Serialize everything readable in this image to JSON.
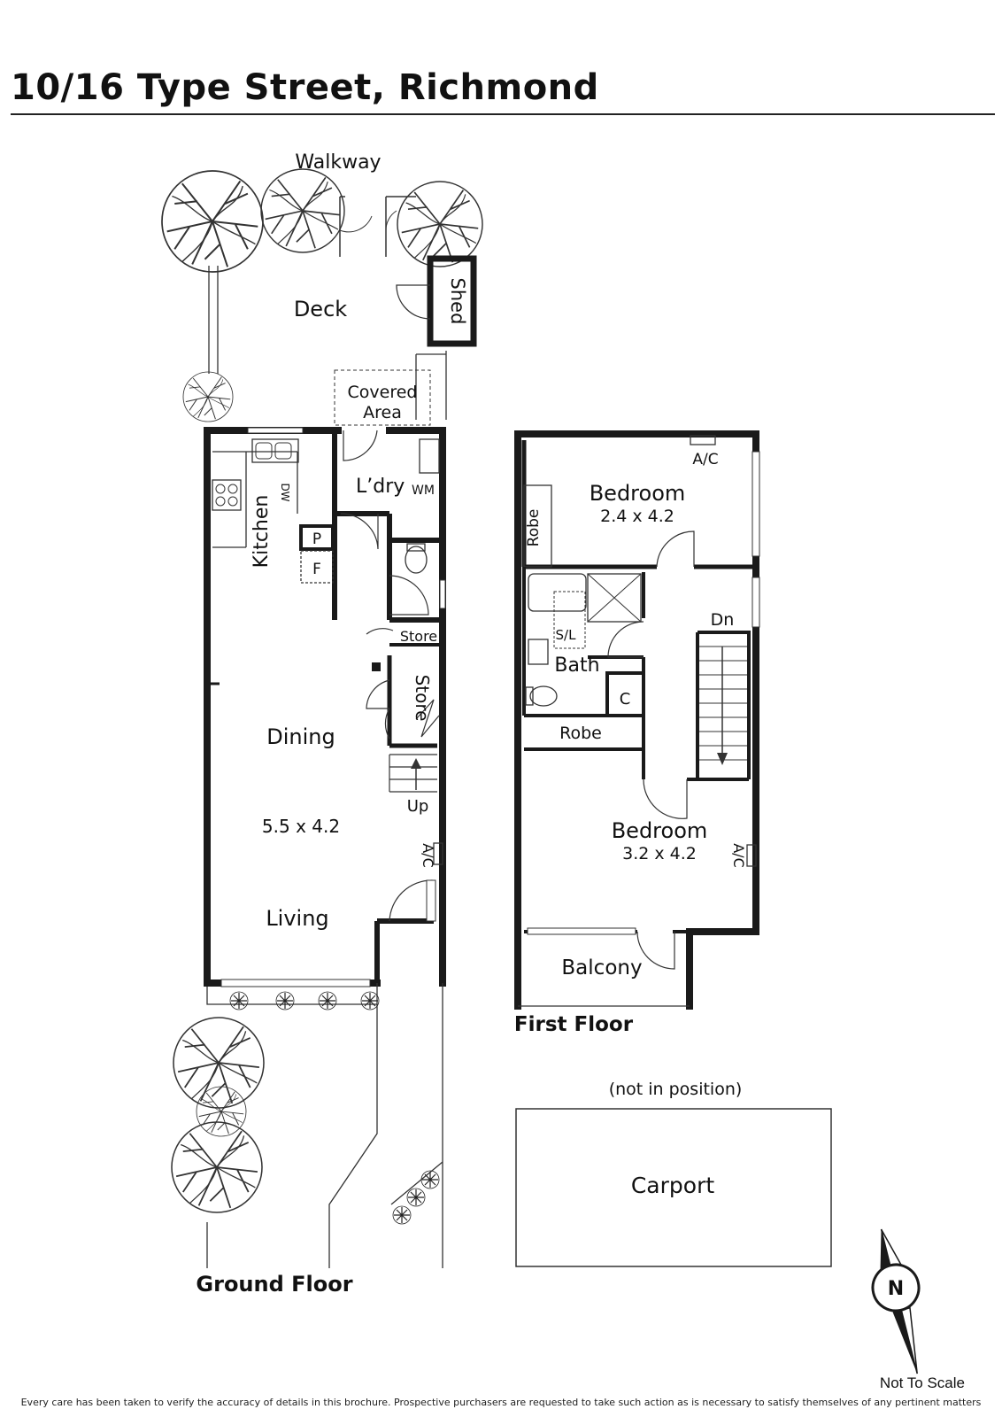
{
  "title": "10/16 Type Street, Richmond",
  "labels": {
    "walkway": "Walkway",
    "deck": "Deck",
    "shed": "Shed",
    "covered_area_line1": "Covered",
    "covered_area_line2": "Area",
    "laundry": "L’dry",
    "wm": "WM",
    "dw": "DW",
    "kitchen": "Kitchen",
    "pantry": "P",
    "fridge": "F",
    "store_small": "Store",
    "store_stairs": "Store",
    "dining": "Dining",
    "dining_living_dim": "5.5 x 4.2",
    "living": "Living",
    "up": "Up",
    "ac_ground": "A/C",
    "ground_floor": "Ground Floor",
    "bedroom1": "Bedroom",
    "bedroom1_dim": "2.4 x 4.2",
    "ac_bed1": "A/C",
    "robe1": "Robe",
    "sl": "S/L",
    "bath": "Bath",
    "cupboard": "C",
    "dn": "Dn",
    "robe2": "Robe",
    "bedroom2": "Bedroom",
    "bedroom2_dim": "3.2 x 4.2",
    "ac_bed2": "A/C",
    "balcony": "Balcony",
    "first_floor": "First Floor",
    "not_in_position": "(not in position)",
    "carport": "Carport",
    "north": "N"
  },
  "scale_note": "Not To Scale",
  "disclaimer": "Every care has been taken to verify the accuracy of details in this brochure. Prospective purchasers are requested to take such action as is necessary to satisfy themselves of any pertinent matters",
  "colors": {
    "wall": "#1a1a1a",
    "line": "#333333",
    "background": "#ffffff"
  }
}
